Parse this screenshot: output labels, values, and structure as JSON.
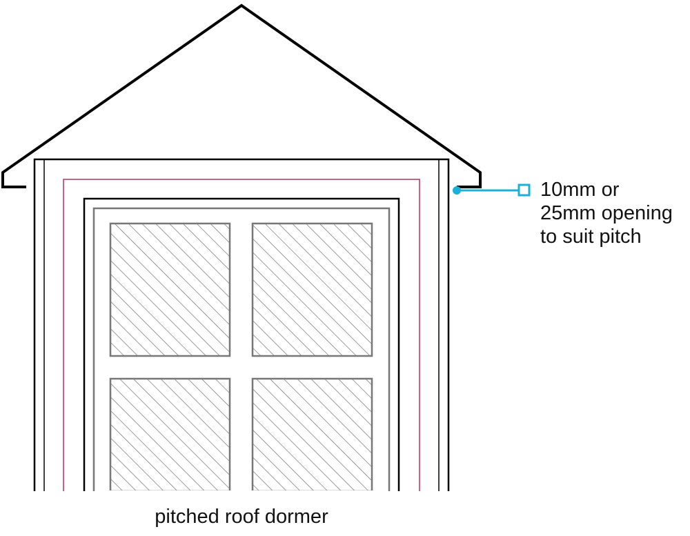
{
  "annotation": {
    "lines": [
      "10mm or",
      "25mm opening",
      "to suit pitch"
    ]
  },
  "caption": "pitched roof dormer",
  "colors": {
    "outline": "#000000",
    "frame_grey": "#777777",
    "membrane_pink": "#b03060",
    "leader_cyan": "#1ab0d8",
    "hatch": "#666666"
  }
}
